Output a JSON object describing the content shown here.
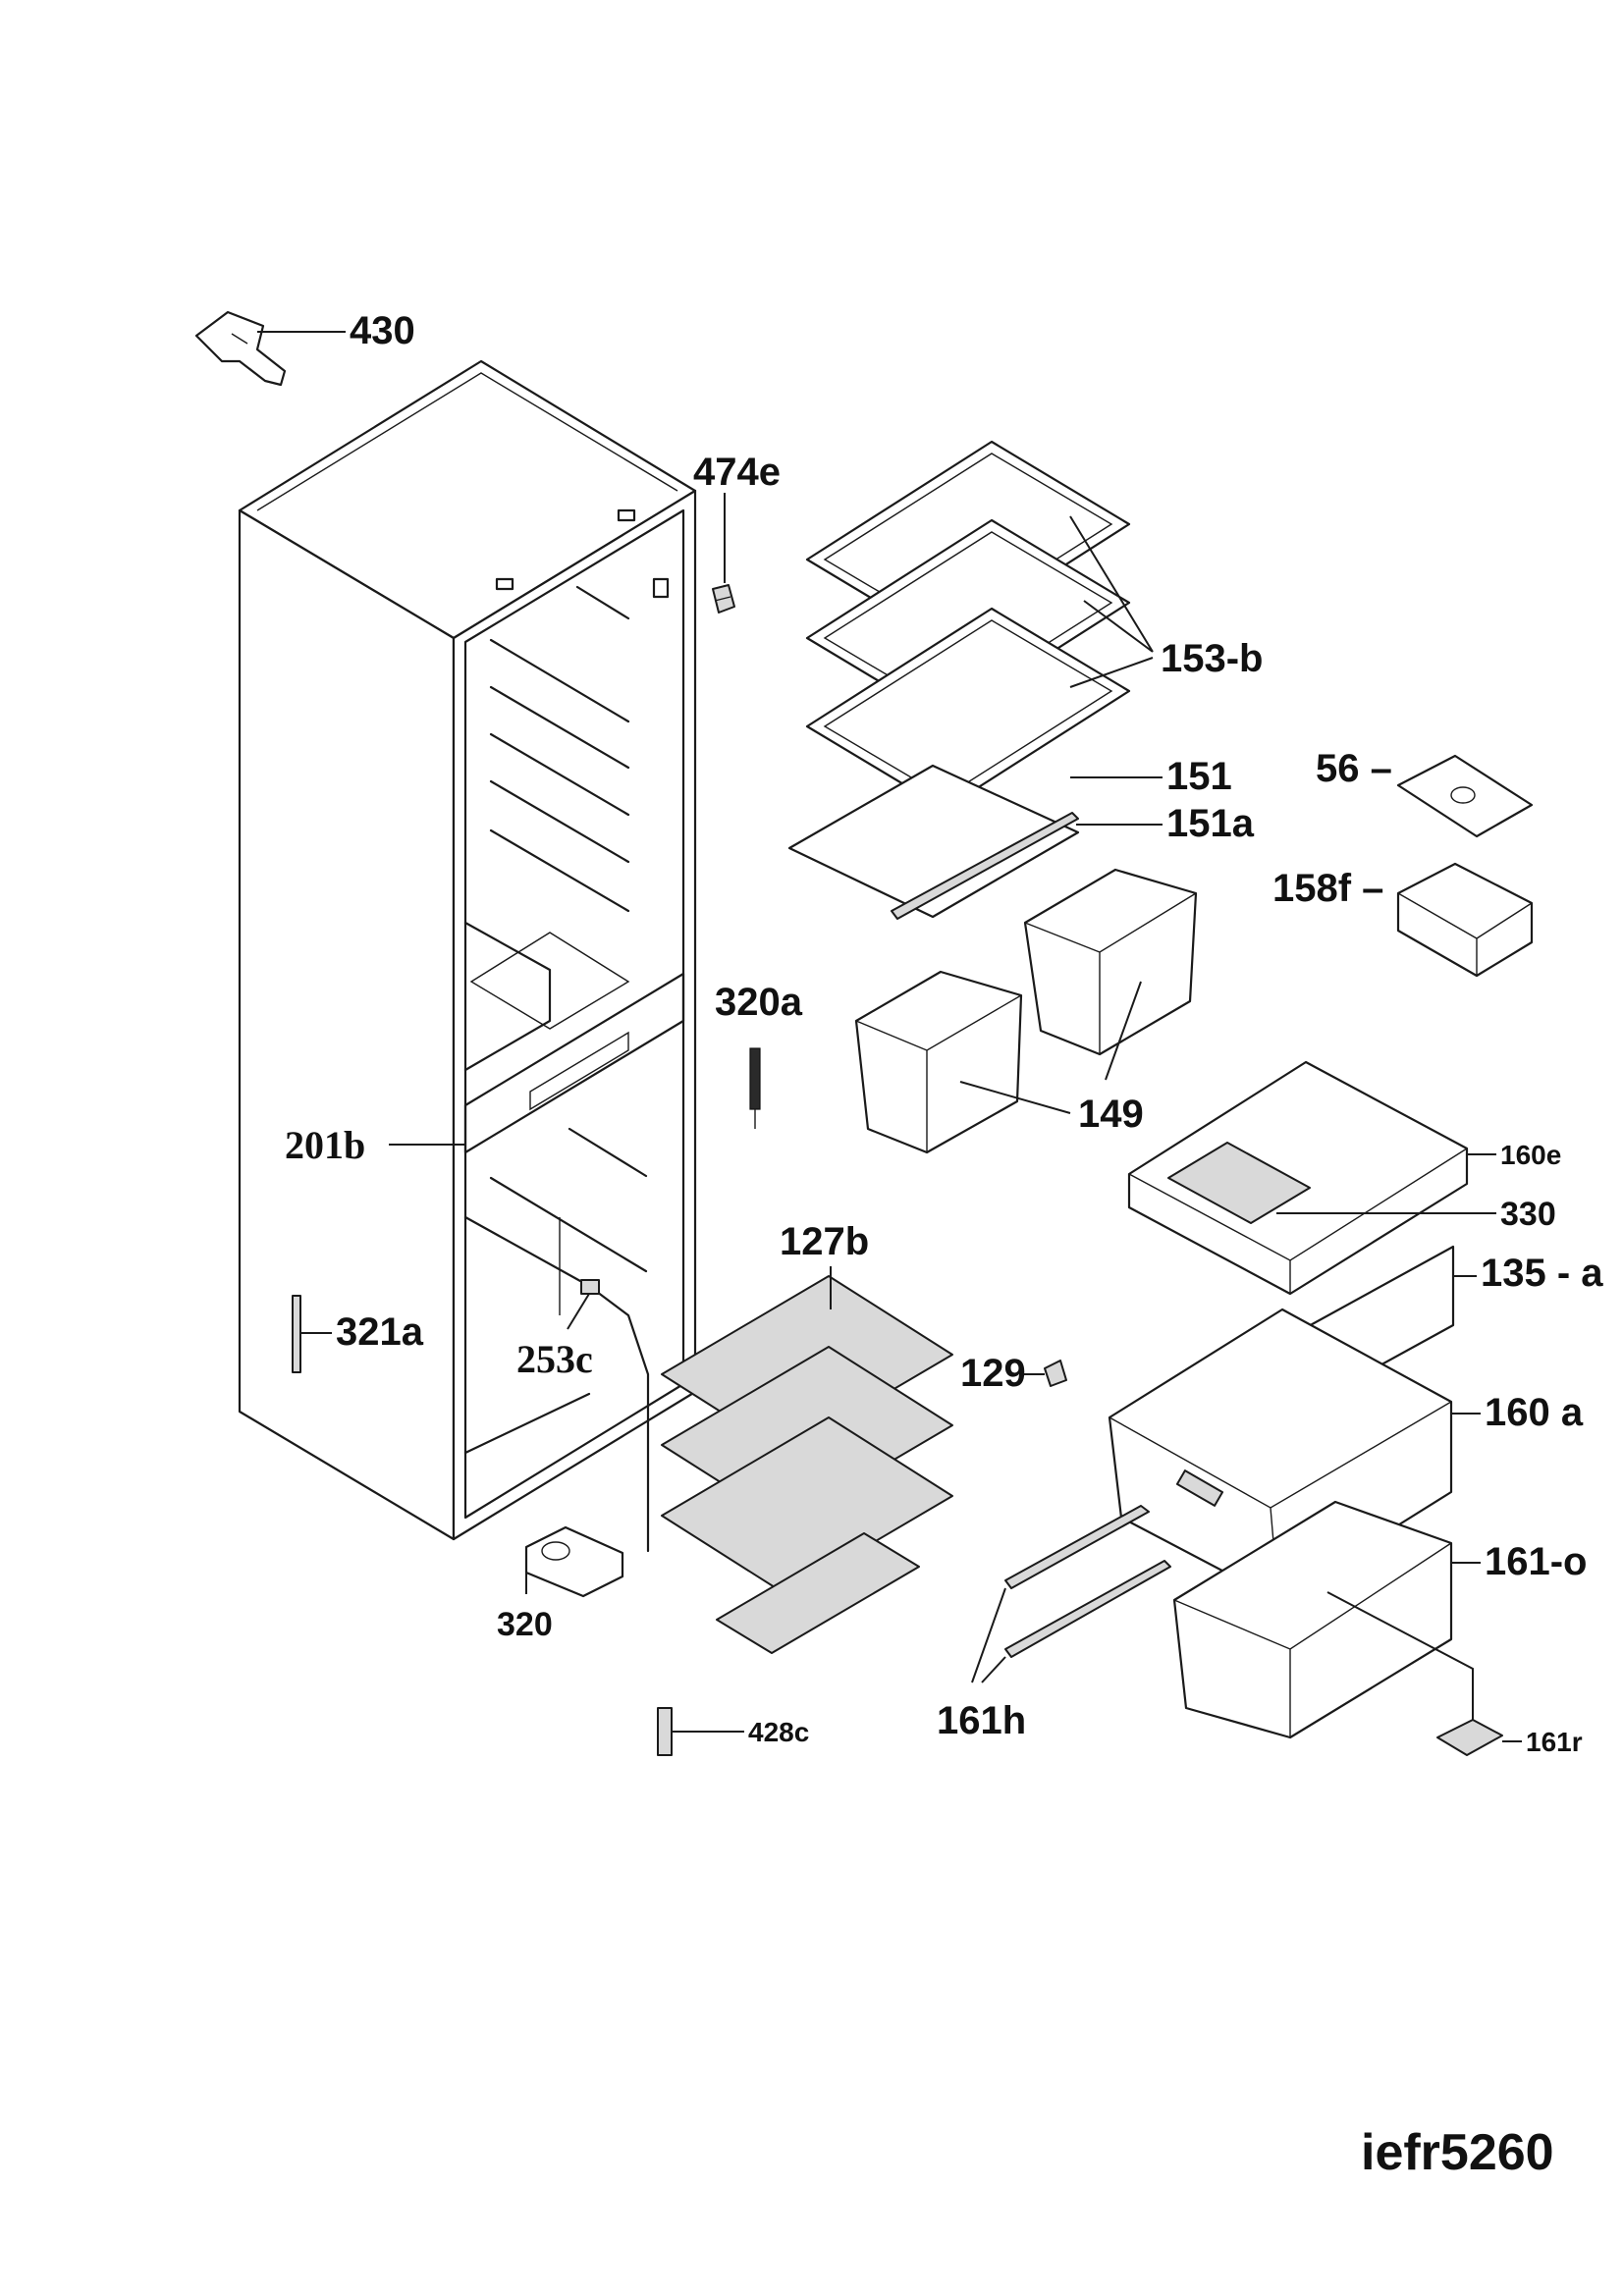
{
  "model": "iefr5260",
  "labels": {
    "l430": "430",
    "l474e": "474e",
    "l153b": "153-b",
    "l151": "151",
    "l151a": "151a",
    "l56": "56 –",
    "l158f": "158f –",
    "l320a": "320a",
    "l149": "149",
    "l201b": "201b",
    "l160e": "160e",
    "l330": "330",
    "l127b": "127b",
    "l135a": "135 - a",
    "l321a": "321a",
    "l253c": "253c",
    "l129": "129",
    "l160a": "160 a",
    "l161o": "161-o",
    "l320": "320",
    "l161h": "161h",
    "l428c": "428c",
    "l161r": "161r"
  }
}
